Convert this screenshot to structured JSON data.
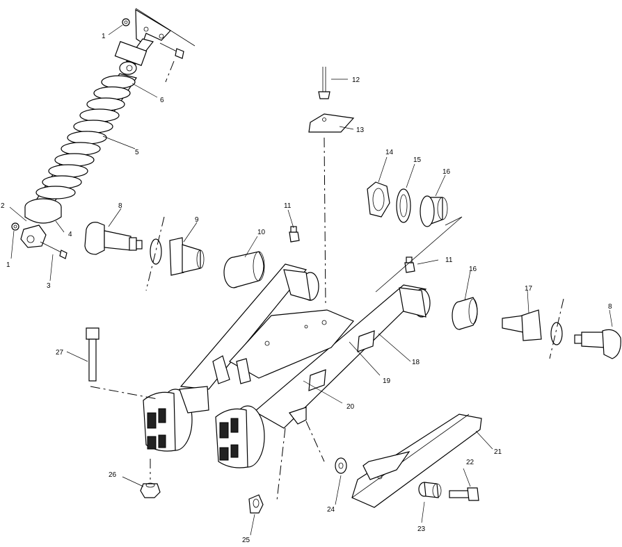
{
  "diagram": {
    "callouts": [
      "1",
      "1",
      "2",
      "3",
      "4",
      "5",
      "6",
      "8",
      "9",
      "10",
      "11",
      "12",
      "13",
      "14",
      "15",
      "16",
      "11",
      "16",
      "17",
      "8",
      "18",
      "19",
      "20",
      "21",
      "22",
      "23",
      "24",
      "25",
      "26",
      "27"
    ]
  }
}
